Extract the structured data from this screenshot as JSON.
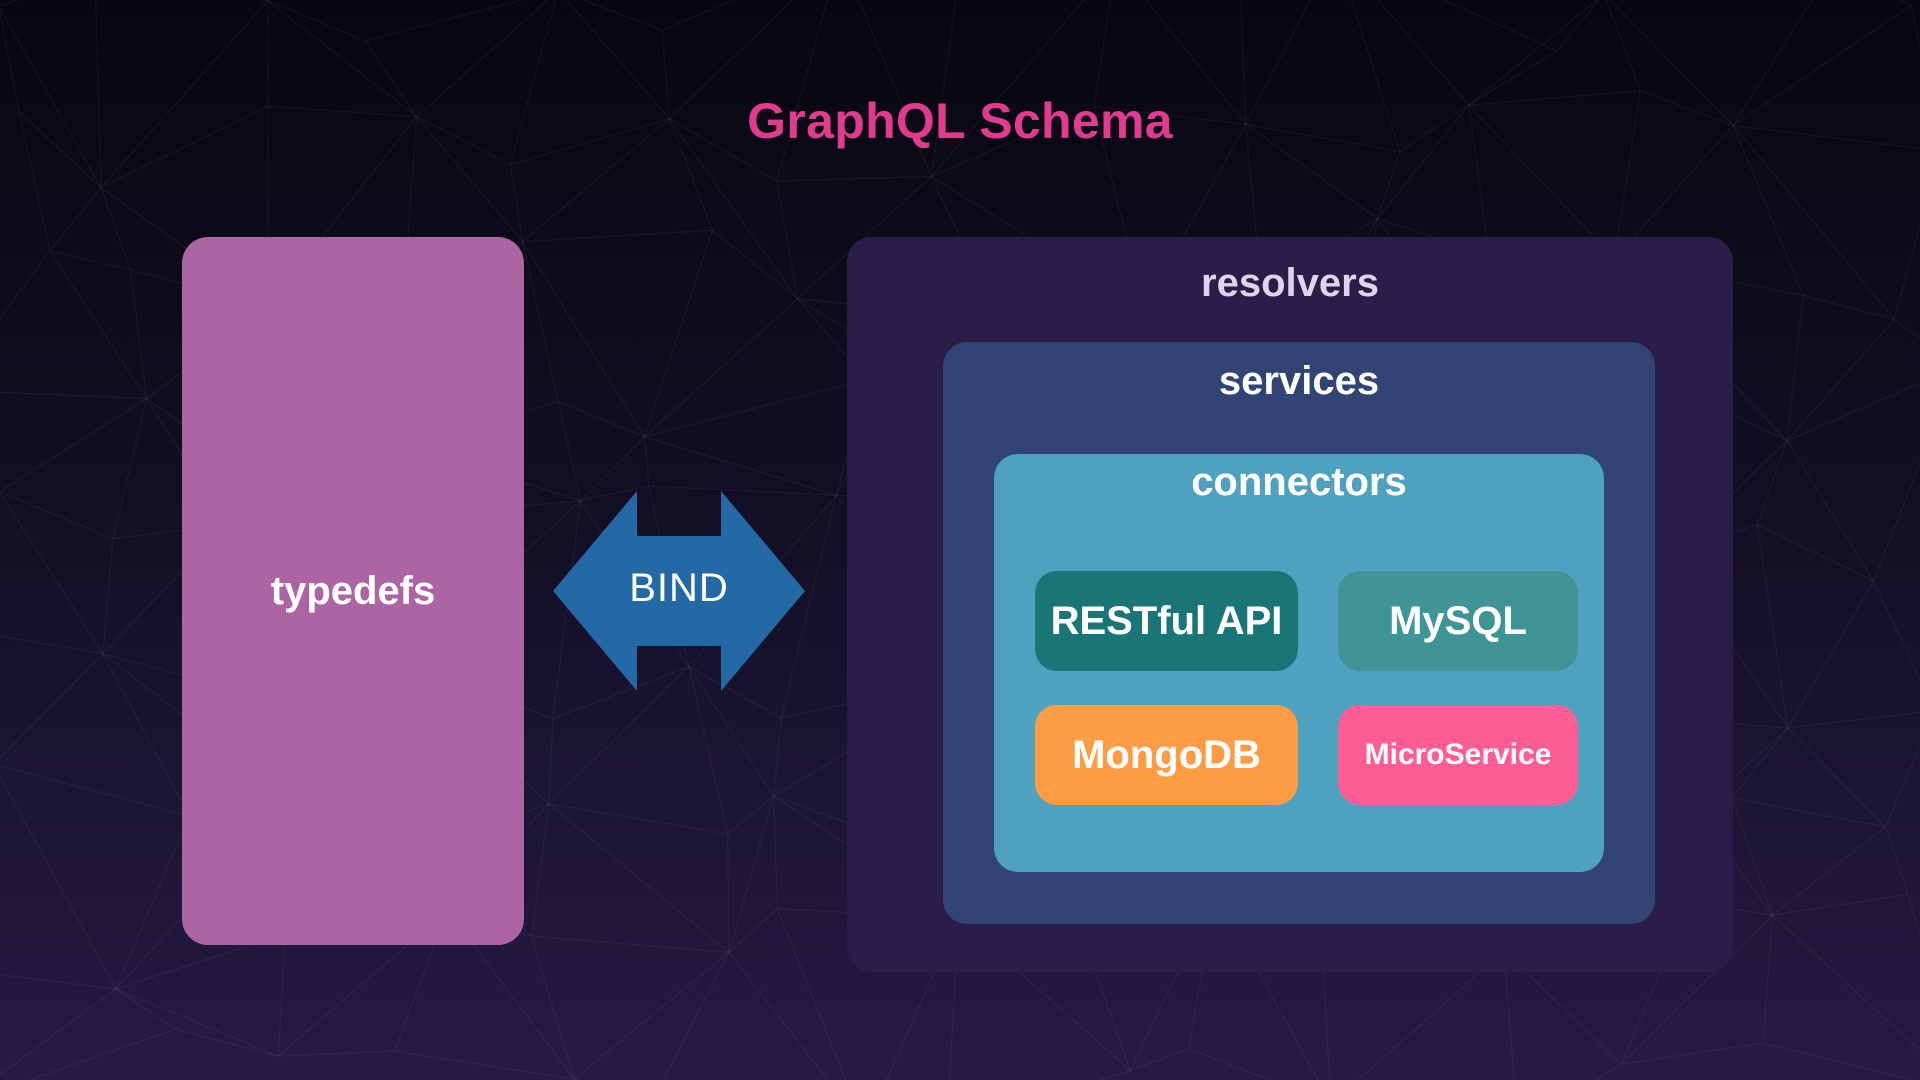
{
  "diagram": {
    "title": "GraphQL Schema",
    "typedefs": {
      "label": "typedefs",
      "color": "#ad64a3"
    },
    "bind": {
      "label": "BIND",
      "color": "#2468a6"
    },
    "resolvers": {
      "label": "resolvers",
      "color": "#2a1d48",
      "services": {
        "label": "services",
        "color": "#324474",
        "connectors": {
          "label": "connectors",
          "color": "#4fa2bf",
          "items": [
            {
              "label": "RESTful API",
              "color": "#1a7577"
            },
            {
              "label": "MySQL",
              "color": "#3f9496"
            },
            {
              "label": "MongoDB",
              "color": "#fe9c44"
            },
            {
              "label": "MicroService",
              "color": "#fe5c95"
            }
          ]
        }
      }
    }
  }
}
